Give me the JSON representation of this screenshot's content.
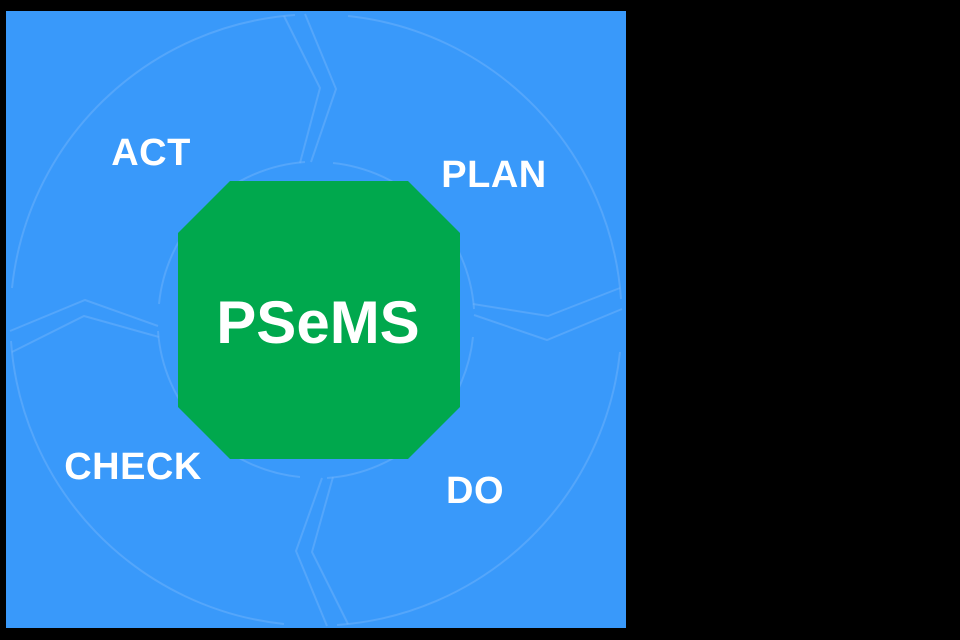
{
  "colors": {
    "background": "#000000",
    "panel_blue": "#3999FA",
    "octagon_green": "#00A84D",
    "wheel_line": "#6FB4FC",
    "label_white": "#FFFFFF"
  },
  "diagram": {
    "type": "pdca-cycle-wheel",
    "center_label": "PSeMS",
    "stages": [
      {
        "label": "ACT",
        "position": "top-left"
      },
      {
        "label": "PLAN",
        "position": "top-right"
      },
      {
        "label": "DO",
        "position": "bottom-right"
      },
      {
        "label": "CHECK",
        "position": "bottom-left"
      }
    ]
  }
}
